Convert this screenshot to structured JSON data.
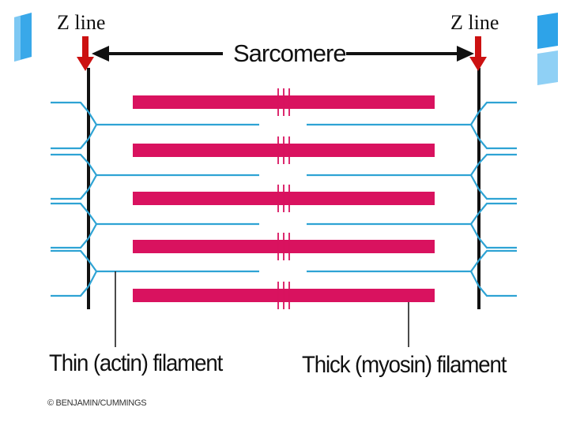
{
  "labels": {
    "z_line_left": "Z line",
    "z_line_right": "Z line",
    "sarcomere": "Sarcomere",
    "thin_filament": "Thin (actin) filament",
    "thick_filament": "Thick (myosin) filament",
    "copyright": "© BENJAMIN/CUMMINGS"
  },
  "colors": {
    "thick_filament": "#d9125f",
    "thin_filament": "#2ea3d4",
    "z_line": "#111111",
    "marker_arrow": "#cc1111",
    "deco_shape": "#2ea3e8"
  }
}
